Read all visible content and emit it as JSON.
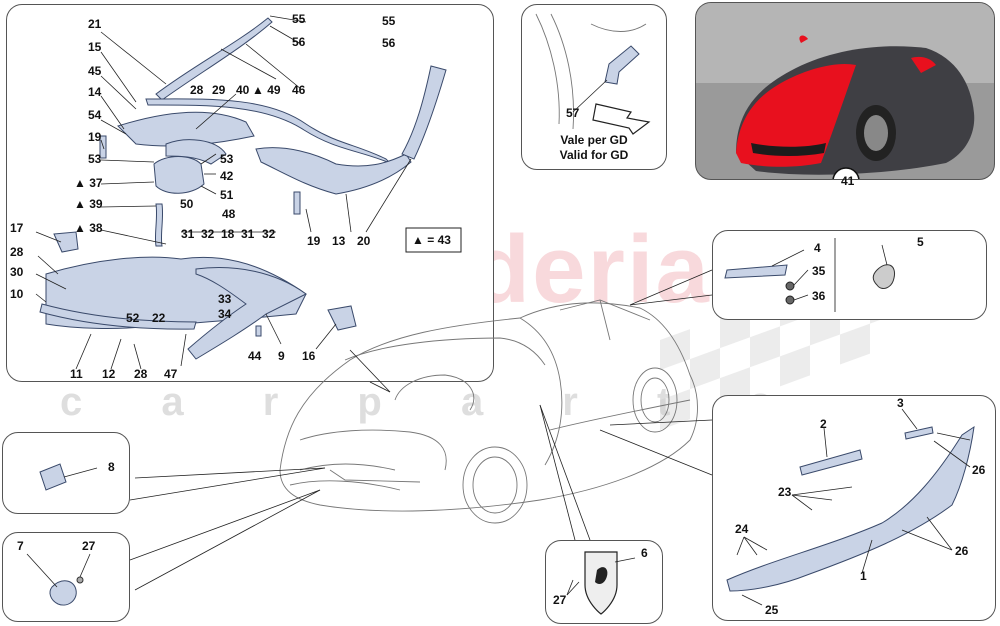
{
  "watermark": {
    "brand": "scuderia",
    "sub": "c a r   p a r t s"
  },
  "legend": {
    "symbol": "▲",
    "text": "= 43"
  },
  "note_gd": {
    "line1": "Vale per GD",
    "line2": "Valid for GD"
  },
  "labels": {
    "main": [
      "21",
      "55",
      "56",
      "15",
      "45",
      "14",
      "54",
      "19",
      "53",
      "37",
      "39",
      "38",
      "17",
      "28",
      "30",
      "10",
      "11",
      "12",
      "28",
      "47",
      "52",
      "22",
      "34",
      "33",
      "44",
      "9",
      "16",
      "28",
      "29",
      "40",
      "49",
      "46",
      "53",
      "42",
      "51",
      "50",
      "48",
      "31",
      "32",
      "18",
      "31",
      "32",
      "19",
      "13",
      "20",
      "55",
      "56"
    ],
    "top_right": [
      "57",
      "41"
    ],
    "badge_panel": [
      "4",
      "35",
      "36",
      "5"
    ],
    "sill_panel": [
      "3",
      "2",
      "26",
      "23",
      "24",
      "26",
      "1",
      "25"
    ],
    "small_panels": [
      "8",
      "7",
      "27",
      "6",
      "27"
    ]
  },
  "colors": {
    "part_fill": "#c9d3e6",
    "part_stroke": "#3a4a6b",
    "highlight_red": "#e8101e",
    "watermark": "#e6787f"
  }
}
